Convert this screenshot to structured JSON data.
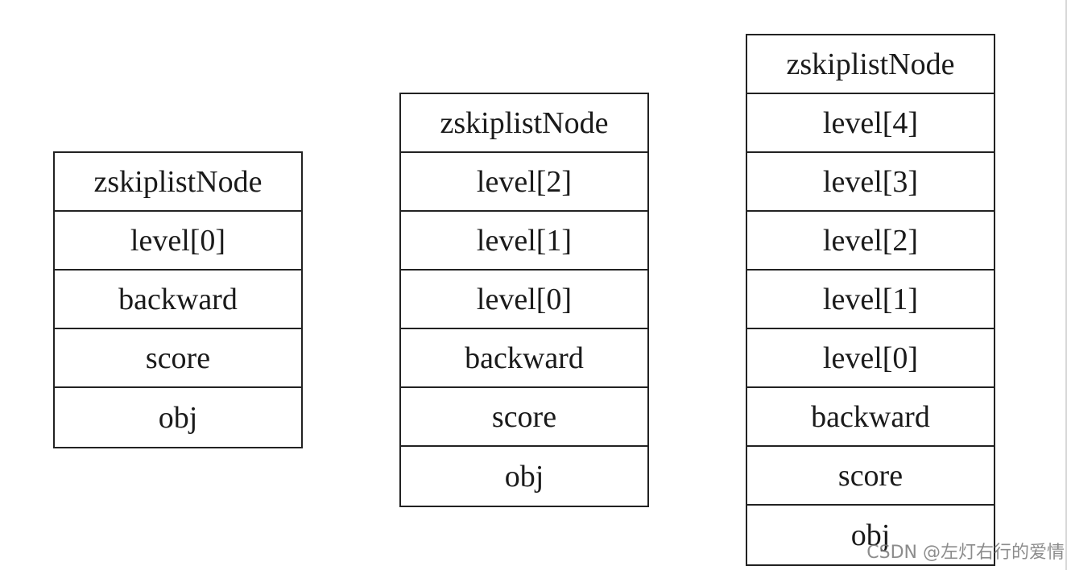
{
  "nodes": [
    {
      "fields": [
        "zskiplistNode",
        "level[0]",
        "backward",
        "score",
        "obj"
      ]
    },
    {
      "fields": [
        "zskiplistNode",
        "level[2]",
        "level[1]",
        "level[0]",
        "backward",
        "score",
        "obj"
      ]
    },
    {
      "fields": [
        "zskiplistNode",
        "level[4]",
        "level[3]",
        "level[2]",
        "level[1]",
        "level[0]",
        "backward",
        "score",
        "obj"
      ]
    }
  ],
  "watermark": "CSDN @左灯右行的爱情"
}
